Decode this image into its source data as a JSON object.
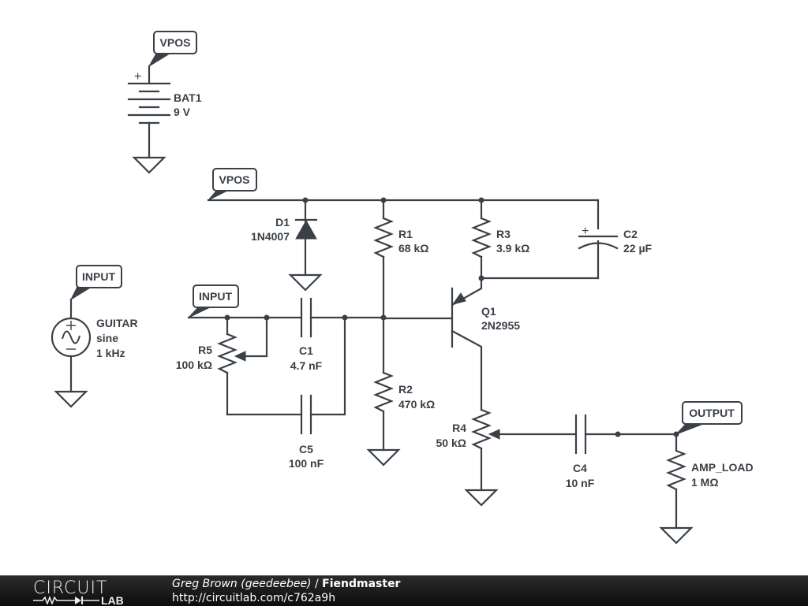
{
  "schematic": {
    "net_labels": {
      "vpos_battery": "VPOS",
      "vpos_rail": "VPOS",
      "input_source": "INPUT",
      "input_net": "INPUT",
      "output_net": "OUTPUT"
    },
    "components": {
      "bat1": {
        "name": "BAT1",
        "value": "9 V"
      },
      "d1": {
        "name": "D1",
        "value": "1N4007"
      },
      "r1": {
        "name": "R1",
        "value": "68 kΩ"
      },
      "r3": {
        "name": "R3",
        "value": "3.9 kΩ"
      },
      "c2": {
        "name": "C2",
        "value": "22 µF"
      },
      "q1": {
        "name": "Q1",
        "value": "2N2955"
      },
      "guitar": {
        "name": "GUITAR",
        "type": "sine",
        "value": "1 kHz"
      },
      "r5": {
        "name": "R5",
        "value": "100 kΩ"
      },
      "c1": {
        "name": "C1",
        "value": "4.7 nF"
      },
      "c5": {
        "name": "C5",
        "value": "100 nF"
      },
      "r2": {
        "name": "R2",
        "value": "470 kΩ"
      },
      "r4": {
        "name": "R4",
        "value": "50 kΩ"
      },
      "c4": {
        "name": "C4",
        "value": "10 nF"
      },
      "amp_load": {
        "name": "AMP_LOAD",
        "value": "1 MΩ"
      }
    },
    "polarity_plus": "+",
    "polarity_minus": "−"
  },
  "footer": {
    "logo_top": "CIRCUIT",
    "logo_bottom": "LAB",
    "author": "Greg Brown (geedeebee)",
    "separator": " / ",
    "title": "Fiendmaster",
    "url": "http://circuitlab.com/c762a9h"
  }
}
